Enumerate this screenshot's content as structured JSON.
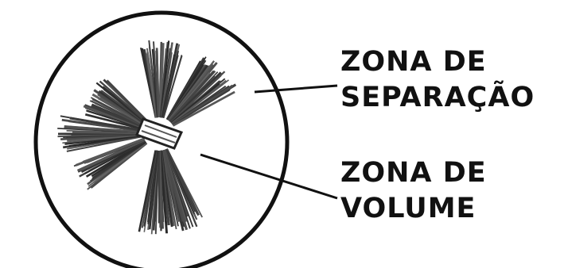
{
  "labels": {
    "separation_zone": {
      "line1": "ZONA DE",
      "line2": "SEPARAÇÃO"
    },
    "volume_zone": {
      "line1": "ZONA DE",
      "line2": "VOLUME"
    }
  },
  "colors": {
    "background": "#ffffff",
    "outline": "#111111",
    "bristles": "#333333",
    "text": "#111111"
  },
  "icons": {
    "brush": "cross-section-brush-icon"
  }
}
